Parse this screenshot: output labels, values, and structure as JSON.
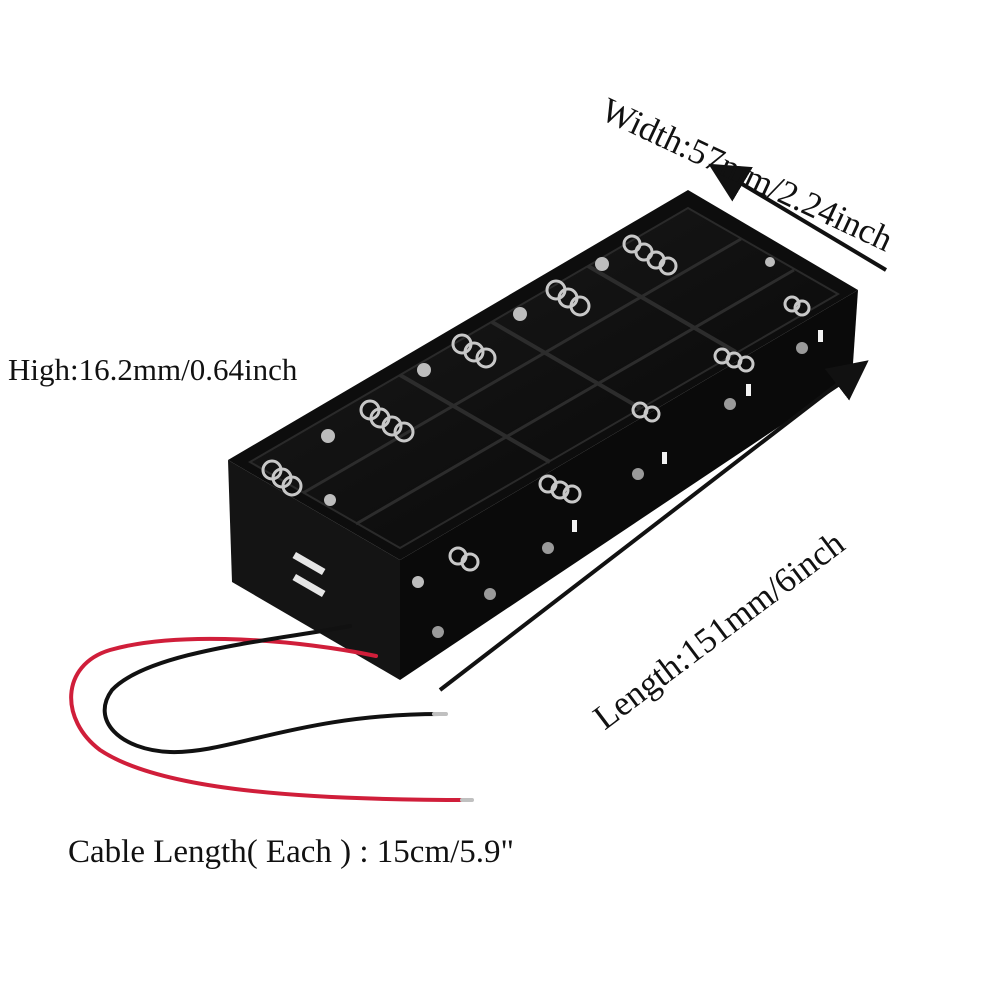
{
  "labels": {
    "high": "High:16.2mm/0.64inch",
    "width": "Width:57mm/2.24inch",
    "length": "Length:151mm/6inch",
    "cable": "Cable Length( Each ) : 15cm/5.9\""
  },
  "colors": {
    "background": "#ffffff",
    "case": "#0d0d0d",
    "case_edge": "#2a2a2a",
    "spring": "#c8c8c8",
    "red_wire": "#d01e3a",
    "black_wire": "#111111",
    "text": "#111111"
  }
}
